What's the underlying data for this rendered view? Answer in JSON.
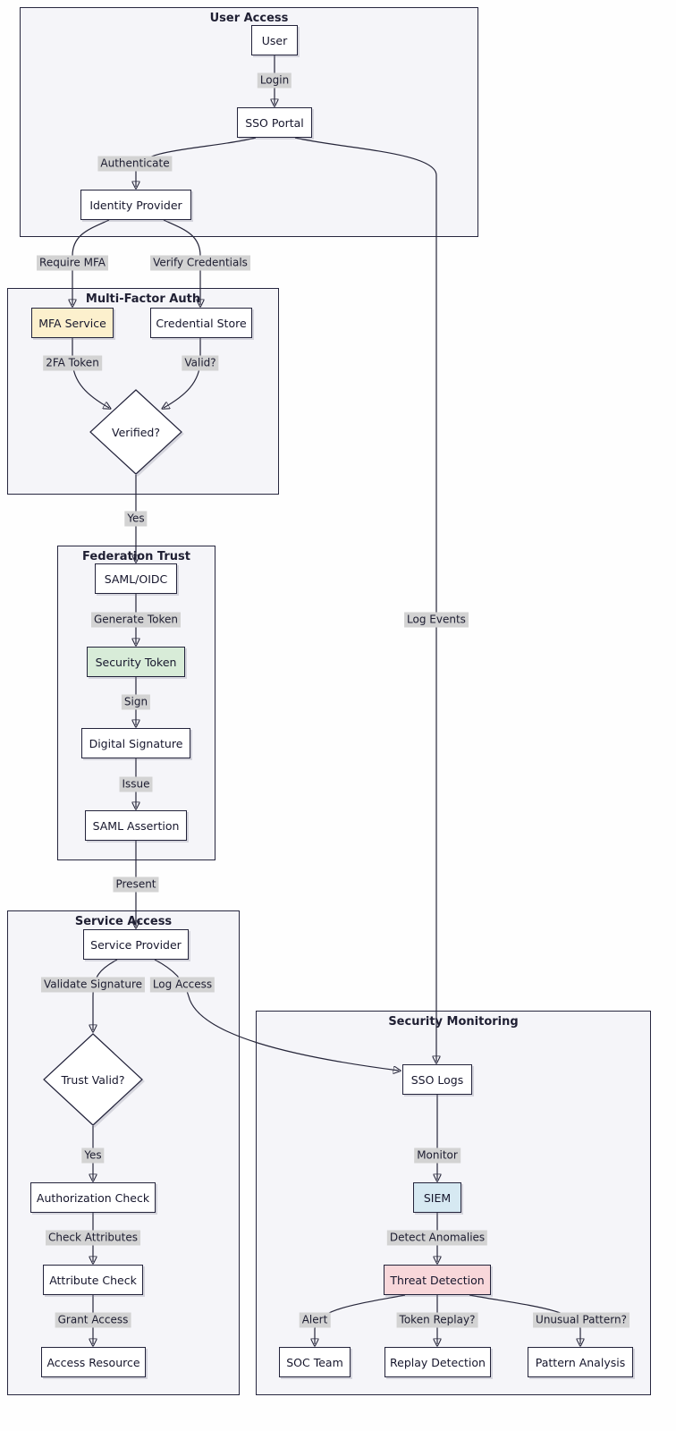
{
  "subgraphs": {
    "user_access": {
      "title": "User Access"
    },
    "multi_factor_auth": {
      "title": "Multi-Factor Auth"
    },
    "federation_trust": {
      "title": "Federation Trust"
    },
    "service_access": {
      "title": "Service Access"
    },
    "security_monitoring": {
      "title": "Security Monitoring"
    }
  },
  "nodes": {
    "user": {
      "label": "User",
      "shape": "rect"
    },
    "sso_portal": {
      "label": "SSO Portal",
      "shape": "rect"
    },
    "identity_provider": {
      "label": "Identity Provider",
      "shape": "rect"
    },
    "mfa_service": {
      "label": "MFA Service",
      "shape": "rect"
    },
    "credential_store": {
      "label": "Credential Store",
      "shape": "rect"
    },
    "verified": {
      "label": "Verified?",
      "shape": "diamond"
    },
    "saml_oidc": {
      "label": "SAML/OIDC",
      "shape": "rect"
    },
    "security_token": {
      "label": "Security Token",
      "shape": "rect"
    },
    "digital_signature": {
      "label": "Digital Signature",
      "shape": "rect"
    },
    "saml_assertion": {
      "label": "SAML Assertion",
      "shape": "rect"
    },
    "service_provider": {
      "label": "Service Provider",
      "shape": "rect"
    },
    "trust_valid": {
      "label": "Trust Valid?",
      "shape": "diamond"
    },
    "authorization_check": {
      "label": "Authorization Check",
      "shape": "rect"
    },
    "attribute_check": {
      "label": "Attribute Check",
      "shape": "rect"
    },
    "access_resource": {
      "label": "Access Resource",
      "shape": "rect"
    },
    "sso_logs": {
      "label": "SSO Logs",
      "shape": "rect"
    },
    "siem": {
      "label": "SIEM",
      "shape": "rect"
    },
    "threat_detection": {
      "label": "Threat Detection",
      "shape": "rect"
    },
    "soc_team": {
      "label": "SOC Team",
      "shape": "rect"
    },
    "replay_detection": {
      "label": "Replay Detection",
      "shape": "rect"
    },
    "pattern_analysis": {
      "label": "Pattern Analysis",
      "shape": "rect"
    }
  },
  "edges": [
    {
      "from": "User",
      "to": "SSO Portal",
      "label": "Login"
    },
    {
      "from": "SSO Portal",
      "to": "Identity Provider",
      "label": "Authenticate"
    },
    {
      "from": "SSO Portal",
      "to": "SSO Logs",
      "label": "Log Events"
    },
    {
      "from": "Identity Provider",
      "to": "MFA Service",
      "label": "Require MFA"
    },
    {
      "from": "Identity Provider",
      "to": "Credential Store",
      "label": "Verify Credentials"
    },
    {
      "from": "MFA Service",
      "to": "Verified?",
      "label": "2FA Token"
    },
    {
      "from": "Credential Store",
      "to": "Verified?",
      "label": "Valid?"
    },
    {
      "from": "Verified?",
      "to": "SAML/OIDC",
      "label": "Yes"
    },
    {
      "from": "SAML/OIDC",
      "to": "Security Token",
      "label": "Generate Token"
    },
    {
      "from": "Security Token",
      "to": "Digital Signature",
      "label": "Sign"
    },
    {
      "from": "Digital Signature",
      "to": "SAML Assertion",
      "label": "Issue"
    },
    {
      "from": "SAML Assertion",
      "to": "Service Provider",
      "label": "Present"
    },
    {
      "from": "Service Provider",
      "to": "Trust Valid?",
      "label": "Validate Signature"
    },
    {
      "from": "Service Provider",
      "to": "SSO Logs",
      "label": "Log Access"
    },
    {
      "from": "Trust Valid?",
      "to": "Authorization Check",
      "label": "Yes"
    },
    {
      "from": "Authorization Check",
      "to": "Attribute Check",
      "label": "Check Attributes"
    },
    {
      "from": "Attribute Check",
      "to": "Access Resource",
      "label": "Grant Access"
    },
    {
      "from": "SSO Logs",
      "to": "SIEM",
      "label": "Monitor"
    },
    {
      "from": "SIEM",
      "to": "Threat Detection",
      "label": "Detect Anomalies"
    },
    {
      "from": "Threat Detection",
      "to": "SOC Team",
      "label": "Alert"
    },
    {
      "from": "Threat Detection",
      "to": "Replay Detection",
      "label": "Token Replay?"
    },
    {
      "from": "Threat Detection",
      "to": "Pattern Analysis",
      "label": "Unusual Pattern?"
    }
  ],
  "colors": {
    "mfa_service_fill": "#fcf0cd",
    "security_token_fill": "#d8ecd8",
    "siem_fill": "#d6e9f2",
    "threat_detection_fill": "#f8d7da",
    "node_border": "#23233b",
    "edge_stroke": "#26263a",
    "edge_label_bg": "#d3d3d3",
    "subgraph_fill": "#f5f5f9"
  }
}
